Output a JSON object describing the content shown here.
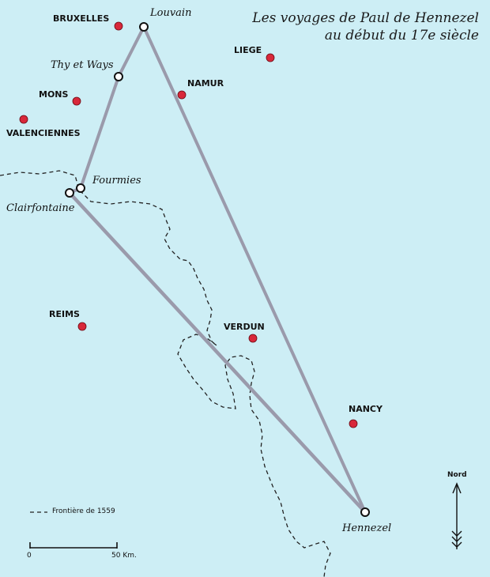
{
  "title": {
    "line1": "Les voyages de Paul de Hennezel",
    "line2": "au début du 17e siècle"
  },
  "cities": [
    {
      "id": "bruxelles",
      "label": "BRUXELLES"
    },
    {
      "id": "liege",
      "label": "LIEGE"
    },
    {
      "id": "namur",
      "label": "NAMUR"
    },
    {
      "id": "mons",
      "label": "MONS"
    },
    {
      "id": "valenciennes",
      "label": "VALENCIENNES"
    },
    {
      "id": "reims",
      "label": "REIMS"
    },
    {
      "id": "verdun",
      "label": "VERDUN"
    },
    {
      "id": "nancy",
      "label": "NANCY"
    }
  ],
  "stops": [
    {
      "id": "louvain",
      "label": "Louvain"
    },
    {
      "id": "thy",
      "label": "Thy et Ways"
    },
    {
      "id": "fourmies",
      "label": "Fourmies"
    },
    {
      "id": "clairfontaine",
      "label": "Clairfontaine"
    },
    {
      "id": "hennezel",
      "label": "Hennezel"
    }
  ],
  "legend": {
    "frontier": "Frontière de 1559"
  },
  "scale": {
    "zero": "0",
    "end": "50 Km."
  },
  "north": "Nord",
  "colors": {
    "background": "#cdeef5",
    "city_dot": "#d8283a",
    "route": "#9a9aab",
    "frontier": "#222222"
  }
}
